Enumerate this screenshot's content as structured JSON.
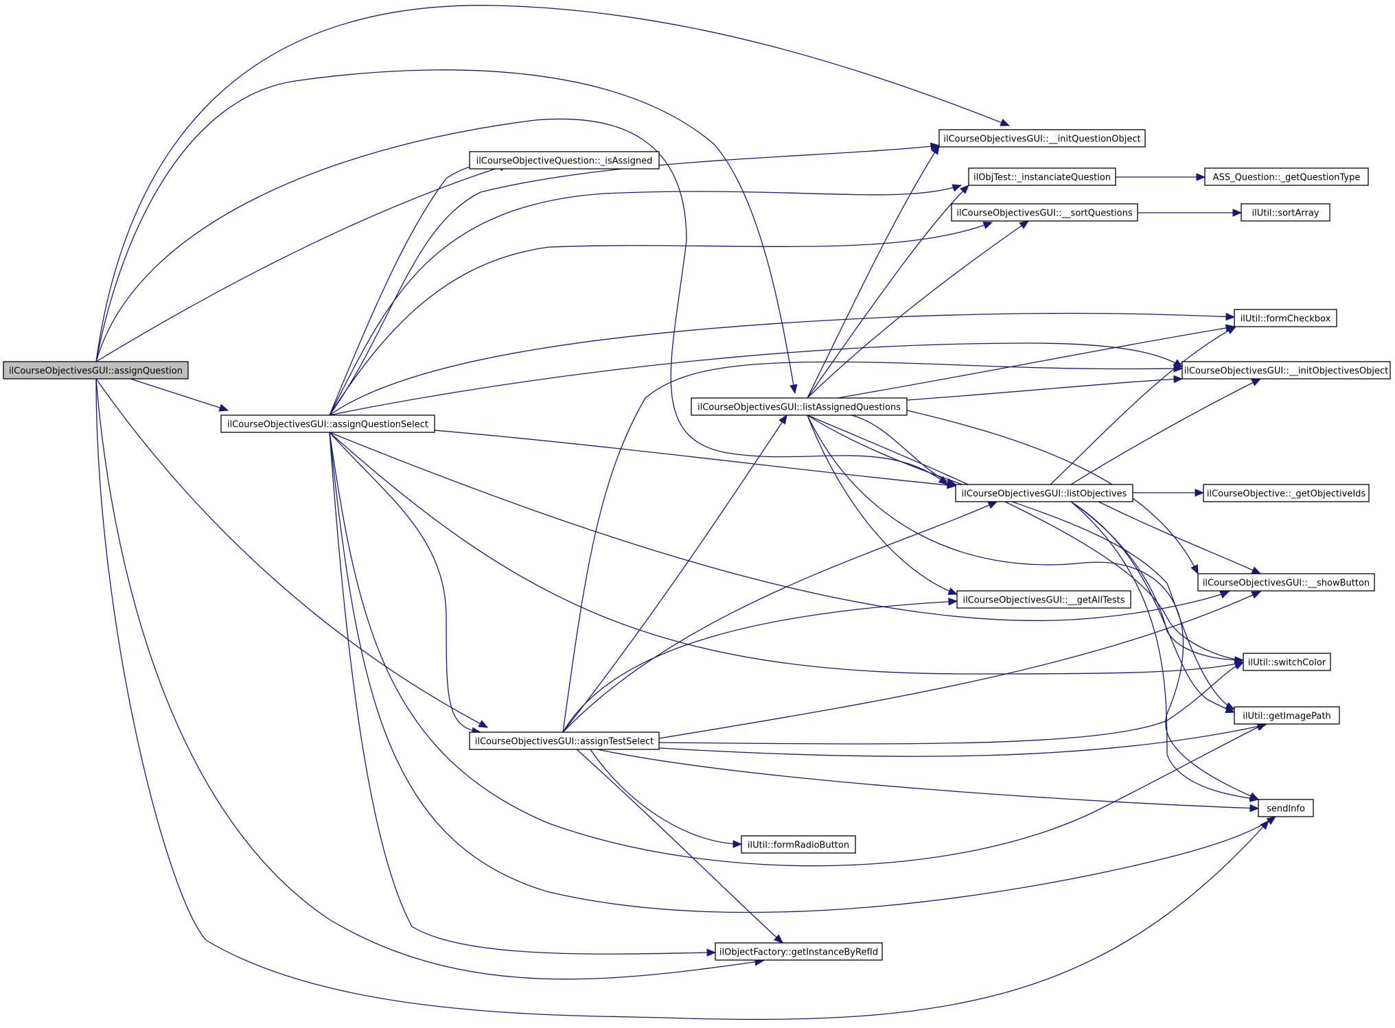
{
  "diagram": {
    "type": "call graph",
    "colors": {
      "edge": "#191970",
      "node_border": "#000000",
      "node_fill": "#ffffff",
      "root_fill": "#bfbfbf"
    },
    "nodes": {
      "assignQuestion": "ilCourseObjectivesGUI::assignQuestion",
      "assignQuestionSelect": "ilCourseObjectivesGUI::assignQuestionSelect",
      "isAssigned": "ilCourseObjectiveQuestion::_isAssigned",
      "assignTestSelect": "ilCourseObjectivesGUI::assignTestSelect",
      "initQuestionObject": "ilCourseObjectivesGUI::__initQuestionObject",
      "instanciateQuestion": "ilObjTest::_instanciateQuestion",
      "sortQuestions": "ilCourseObjectivesGUI::__sortQuestions",
      "listAssignedQuestions": "ilCourseObjectivesGUI::listAssignedQuestions",
      "listObjectives": "ilCourseObjectivesGUI::listObjectives",
      "getAllTests": "ilCourseObjectivesGUI::__getAllTests",
      "formRadioButton": "ilUtil::formRadioButton",
      "getInstanceByRefId": "ilObjectFactory::getInstanceByRefId",
      "getQuestionType": "ASS_Question::_getQuestionType",
      "sortArray": "ilUtil::sortArray",
      "formCheckbox": "ilUtil::formCheckbox",
      "initObjectivesObject": "ilCourseObjectivesGUI::__initObjectivesObject",
      "getObjectiveIds": "ilCourseObjective::_getObjectiveIds",
      "showButton": "ilCourseObjectivesGUI::__showButton",
      "switchColor": "ilUtil::switchColor",
      "getImagePath": "ilUtil::getImagePath",
      "sendInfo": "sendInfo"
    },
    "edges": [
      [
        "assignQuestion",
        "initQuestionObject"
      ],
      [
        "assignQuestion",
        "listAssignedQuestions"
      ],
      [
        "assignQuestion",
        "listObjectives"
      ],
      [
        "assignQuestion",
        "isAssigned"
      ],
      [
        "assignQuestion",
        "assignQuestionSelect"
      ],
      [
        "assignQuestion",
        "assignTestSelect"
      ],
      [
        "assignQuestion",
        "getInstanceByRefId"
      ],
      [
        "assignQuestion",
        "sendInfo"
      ],
      [
        "assignQuestionSelect",
        "initQuestionObject"
      ],
      [
        "assignQuestionSelect",
        "isAssigned"
      ],
      [
        "assignQuestionSelect",
        "instanciateQuestion"
      ],
      [
        "assignQuestionSelect",
        "sortQuestions"
      ],
      [
        "assignQuestionSelect",
        "formCheckbox"
      ],
      [
        "assignQuestionSelect",
        "initObjectivesObject"
      ],
      [
        "assignQuestionSelect",
        "listObjectives"
      ],
      [
        "assignQuestionSelect",
        "showButton"
      ],
      [
        "assignQuestionSelect",
        "switchColor"
      ],
      [
        "assignQuestionSelect",
        "assignTestSelect"
      ],
      [
        "assignQuestionSelect",
        "getImagePath"
      ],
      [
        "assignQuestionSelect",
        "sendInfo"
      ],
      [
        "assignQuestionSelect",
        "getInstanceByRefId"
      ],
      [
        "assignTestSelect",
        "initObjectivesObject"
      ],
      [
        "assignTestSelect",
        "listAssignedQuestions"
      ],
      [
        "assignTestSelect",
        "listObjectives"
      ],
      [
        "assignTestSelect",
        "getAllTests"
      ],
      [
        "assignTestSelect",
        "showButton"
      ],
      [
        "assignTestSelect",
        "switchColor"
      ],
      [
        "assignTestSelect",
        "getImagePath"
      ],
      [
        "assignTestSelect",
        "sendInfo"
      ],
      [
        "assignTestSelect",
        "formRadioButton"
      ],
      [
        "assignTestSelect",
        "getInstanceByRefId"
      ],
      [
        "listAssignedQuestions",
        "initQuestionObject"
      ],
      [
        "listAssignedQuestions",
        "instanciateQuestion"
      ],
      [
        "listAssignedQuestions",
        "sortQuestions"
      ],
      [
        "listAssignedQuestions",
        "formCheckbox"
      ],
      [
        "listAssignedQuestions",
        "initObjectivesObject"
      ],
      [
        "listAssignedQuestions",
        "listObjectives"
      ],
      [
        "listAssignedQuestions",
        "getAllTests"
      ],
      [
        "listAssignedQuestions",
        "showButton"
      ],
      [
        "listAssignedQuestions",
        "switchColor"
      ],
      [
        "listAssignedQuestions",
        "getImagePath"
      ],
      [
        "listAssignedQuestions",
        "sendInfo"
      ],
      [
        "listObjectives",
        "formCheckbox"
      ],
      [
        "listObjectives",
        "initObjectivesObject"
      ],
      [
        "listObjectives",
        "getObjectiveIds"
      ],
      [
        "listObjectives",
        "showButton"
      ],
      [
        "listObjectives",
        "switchColor"
      ],
      [
        "listObjectives",
        "getImagePath"
      ],
      [
        "listObjectives",
        "sendInfo"
      ],
      [
        "instanciateQuestion",
        "getQuestionType"
      ],
      [
        "sortQuestions",
        "sortArray"
      ]
    ]
  }
}
